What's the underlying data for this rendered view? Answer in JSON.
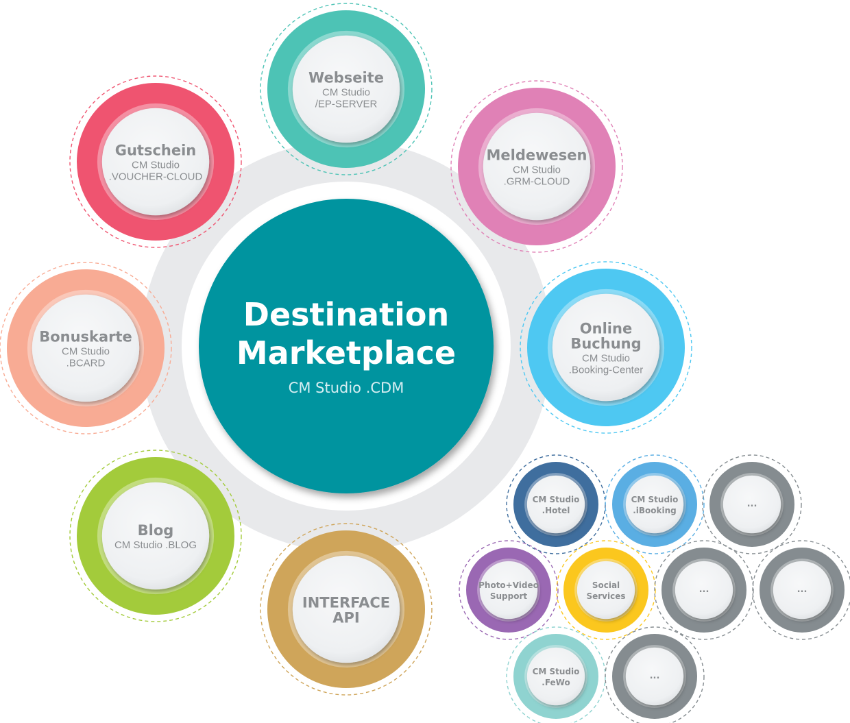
{
  "center": {
    "title_line1": "Destination",
    "title_line2": "Marketplace",
    "subtitle": "CM Studio .CDM",
    "color": "#05949f"
  },
  "modules": [
    {
      "id": "webseite",
      "title1": "Webseite",
      "title2": "",
      "sub1": "CM Studio",
      "sub2": "/EP-SERVER",
      "color": "#4dc3b5"
    },
    {
      "id": "meldewesen",
      "title1": "Meldewesen",
      "title2": "",
      "sub1": "CM Studio",
      "sub2": ".GRM-CLOUD",
      "color": "#e081b6"
    },
    {
      "id": "online-buchung",
      "title1": "Online",
      "title2": "Buchung",
      "sub1": "CM Studio",
      "sub2": ".Booking-Center",
      "color": "#4ec8f2"
    },
    {
      "id": "interface-api",
      "title1": "INTERFACE",
      "title2": "API",
      "sub1": "",
      "sub2": "",
      "color": "#cfa55a"
    },
    {
      "id": "blog",
      "title1": "Blog",
      "title2": "",
      "sub1": "CM Studio .BLOG",
      "sub2": "",
      "color": "#a3cb3b"
    },
    {
      "id": "bonuskarte",
      "title1": "Bonuskarte",
      "title2": "",
      "sub1": "CM Studio",
      "sub2": ".BCARD",
      "color": "#f8ab94"
    },
    {
      "id": "gutschein",
      "title1": "Gutschein",
      "title2": "",
      "sub1": "CM Studio",
      "sub2": ".VOUCHER-CLOUD",
      "color": "#ef5470"
    }
  ],
  "extras": [
    {
      "id": "hotel",
      "line1": "CM Studio",
      "line2": ".Hotel",
      "color": "#3f6e9e"
    },
    {
      "id": "ibooking",
      "line1": "CM Studio",
      "line2": ".iBooking",
      "color": "#5aaee3"
    },
    {
      "id": "more-1",
      "line1": "...",
      "line2": "",
      "color": "#858c90"
    },
    {
      "id": "photo-video",
      "line1": "Photo+Video",
      "line2": "Support",
      "color": "#9a68b3"
    },
    {
      "id": "social",
      "line1": "Social",
      "line2": "Services",
      "color": "#fbc71e"
    },
    {
      "id": "more-2",
      "line1": "...",
      "line2": "",
      "color": "#858c90"
    },
    {
      "id": "more-3",
      "line1": "...",
      "line2": "",
      "color": "#858c90"
    },
    {
      "id": "fewo",
      "line1": "CM Studio",
      "line2": ".FeWo",
      "color": "#8fd3d0"
    },
    {
      "id": "more-4",
      "line1": "...",
      "line2": "",
      "color": "#858c90"
    }
  ]
}
